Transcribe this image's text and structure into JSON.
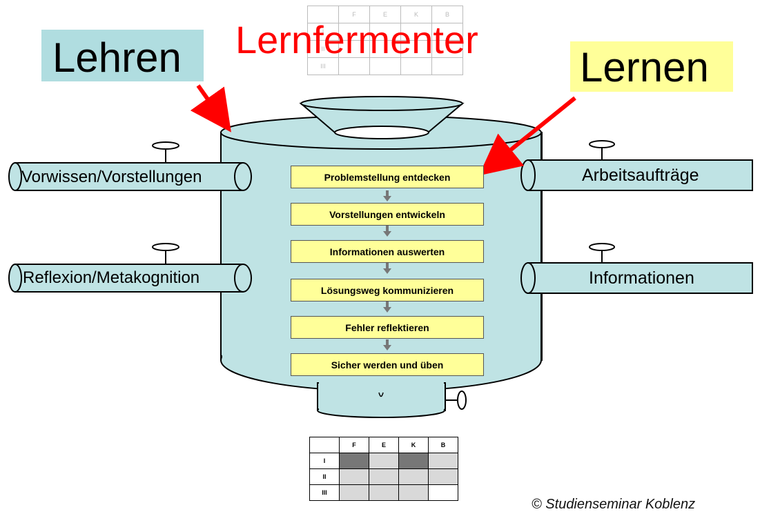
{
  "title": "Lernfermenter",
  "labels": {
    "lehren": "Lehren",
    "lernen": "Lernen"
  },
  "pipes": {
    "left_top": "Vorwissen/Vorstellungen",
    "left_bottom": "Reflexion/Metakognition",
    "right_top": "Arbeitsaufträge",
    "right_bottom": "Informationen"
  },
  "steps": [
    "Problemstellung entdecken",
    "Vorstellungen entwickeln",
    "Informationen auswerten",
    "Lösungsweg kommunizieren",
    "Fehler reflektieren",
    "Sicher werden und üben"
  ],
  "grid": {
    "columns": [
      "F",
      "E",
      "K",
      "B"
    ],
    "rows": [
      "I",
      "II",
      "III"
    ]
  },
  "copyright": "© Studienseminar Koblenz",
  "colors": {
    "vessel_fill": "#bfe3e4",
    "label_box": "#b0dde0",
    "lernen_box": "#ffff99",
    "arrow": "#ff0000",
    "title": "#ff0000",
    "grid_dark": "#777777",
    "grid_light": "#d9d9d9"
  }
}
